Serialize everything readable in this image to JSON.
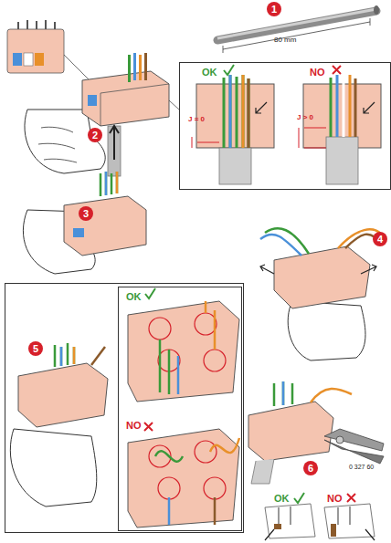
{
  "diagram": {
    "nodes": [
      {
        "text": [
          "OK",
          "NO",
          "J = 0",
          "J > 0"
        ]
      },
      {
        "text": [
          "5"
        ]
      },
      {
        "text": [
          "OK",
          "NO"
        ],
        "in": 1
      }
    ],
    "labels": [
      "1",
      "80 mm",
      "2",
      "3",
      "4",
      "6",
      "0 327 60",
      "OK",
      "NO"
    ]
  }
}
